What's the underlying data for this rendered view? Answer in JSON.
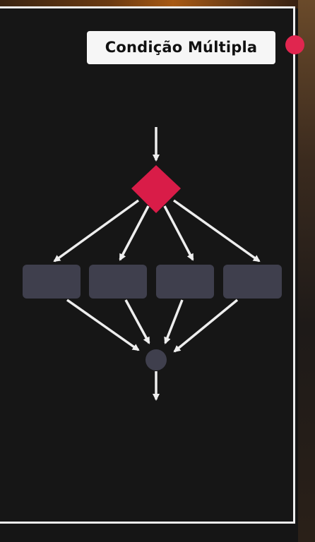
{
  "title": "Condição Múltipla",
  "colors": {
    "decision": "#d91c48",
    "process_box": "#3f3f4d",
    "merge_node": "#3f3f4d",
    "arrow": "#eeeeee",
    "background": "#151515",
    "record_dot": "#e0264f"
  },
  "diagram": {
    "decision": {
      "shape": "diamond"
    },
    "branches": [
      {
        "id": "branch-1",
        "label": ""
      },
      {
        "id": "branch-2",
        "label": ""
      },
      {
        "id": "branch-3",
        "label": ""
      },
      {
        "id": "branch-4",
        "label": ""
      }
    ],
    "merge": {
      "shape": "circle"
    }
  }
}
